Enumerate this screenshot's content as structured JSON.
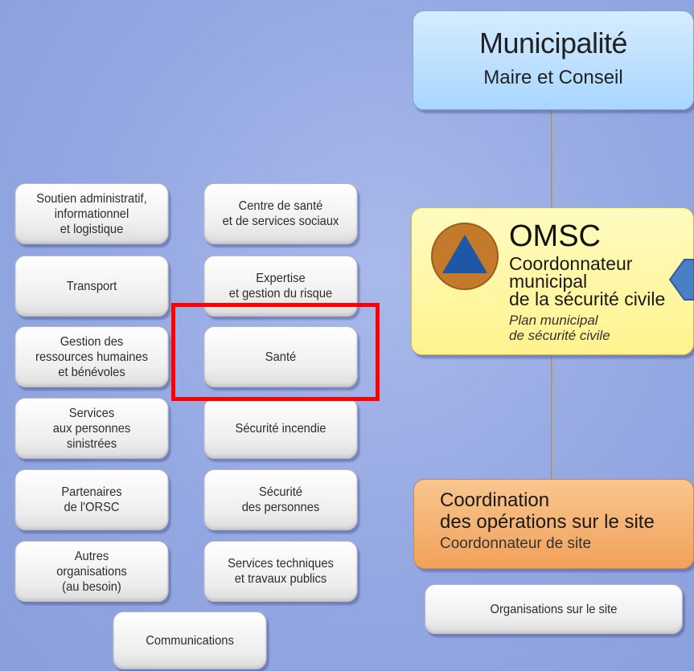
{
  "municipalite": {
    "title": "Municipalité",
    "subtitle": "Maire et Conseil"
  },
  "omsc": {
    "title": "OMSC",
    "subtitle": "Coordonnateur\nmunicipal\nde la sécurité civile",
    "plan": "Plan municipal\nde sécurité civile",
    "emblem_colors": {
      "circle": "#c37a2b",
      "triangle": "#1f57a8"
    }
  },
  "coordination": {
    "title": "Coordination\ndes opérations sur le site",
    "subtitle": "Coordonnateur de site"
  },
  "organisations_site": "Organisations sur le site",
  "services": [
    "Soutien administratif,\ninformationnel\net logistique",
    "Centre de santé\net de services sociaux",
    "Transport",
    "Expertise\net gestion du risque",
    "Gestion des\nressources humaines\net bénévoles",
    "Santé",
    "Services\naux personnes\nsinistrées",
    "Sécurité incendie",
    "Partenaires\nde l'ORSC",
    "Sécurité\ndes personnes",
    "Autres\norganisations\n(au besoin)",
    "Services techniques\net travaux publics",
    "Communications"
  ],
  "highlight": {
    "target": "Santé",
    "color": "#ff0000"
  },
  "colors": {
    "background": "#93a7e2",
    "municipalite": "#a9d6ff",
    "omsc": "#fff38e",
    "coordination": "#f2a15b",
    "service_box": "#eeeeee",
    "arrow": "#4a7fc4"
  }
}
